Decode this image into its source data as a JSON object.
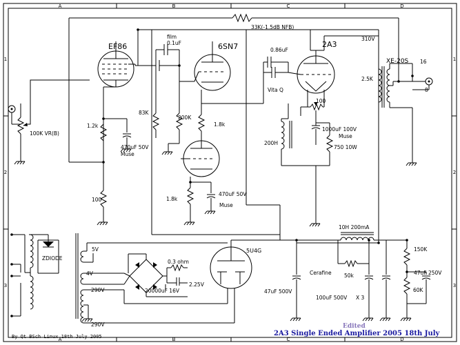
{
  "frame": {
    "cols_top": [
      "A",
      "B",
      "C",
      "D"
    ],
    "cols_bottom": [
      "A",
      "B",
      "C",
      "D"
    ],
    "rows_left": [
      "1",
      "2",
      "3"
    ],
    "rows_right": [
      "1",
      "2",
      "3"
    ]
  },
  "tubes": {
    "v1": "EF86",
    "v2": "6SN7",
    "v3": "2A3",
    "rect": "5U4G"
  },
  "transformer": {
    "output": "XE-20S",
    "primary_imp": "2.5K",
    "tap_16": "16",
    "tap_8": "8"
  },
  "components": {
    "nfb": "33K(-1.5dB NFB)",
    "b_plus": "310V",
    "film_label": "film",
    "film_value": "0.1uF",
    "coupling_cap": "0.86uF",
    "vita_q": "Vita Q",
    "r83k": "83K",
    "r200k": "200K",
    "r1_2k": "1.2k",
    "r1_8k_a": "1.8k",
    "r1_8k_b": "1.8k",
    "vr": "100K VR(B)",
    "c470_a": "470uF 50V",
    "muse_a": "Muse",
    "r100_a": "100",
    "c470_b": "470uF 50V",
    "muse_b": "Muse",
    "choke_200h": "200H",
    "r100_b": "100",
    "c1000": "1000uF 100V",
    "muse_c": "Muse",
    "r750": "750 10W",
    "choke_10h": "10H 200mA",
    "v5": "5V",
    "v4": "4V",
    "v290_a": "290V",
    "v290_b": "290V",
    "zdiode": "ZDIODE",
    "ohm03": "0.3 ohm",
    "v225": "2.25V",
    "c20000": "20000uF 16V",
    "c47_500": "47uF 500V",
    "cerafine": "Cerafine",
    "r50k": "50k",
    "c100_500": "100uF 500V",
    "x3": "X 3",
    "r150k": "150K",
    "c47_250": "47uF 250V",
    "r60k": "60K"
  },
  "footer": {
    "credit": "By Qt BSch Linux  18th July 2005",
    "edited": "Edited",
    "title": "2A3 Single Ended Amplifier 2005 18th July"
  },
  "colors": {
    "ink": "#000000",
    "edited": "#8877bb",
    "title": "#1a1aa0"
  }
}
